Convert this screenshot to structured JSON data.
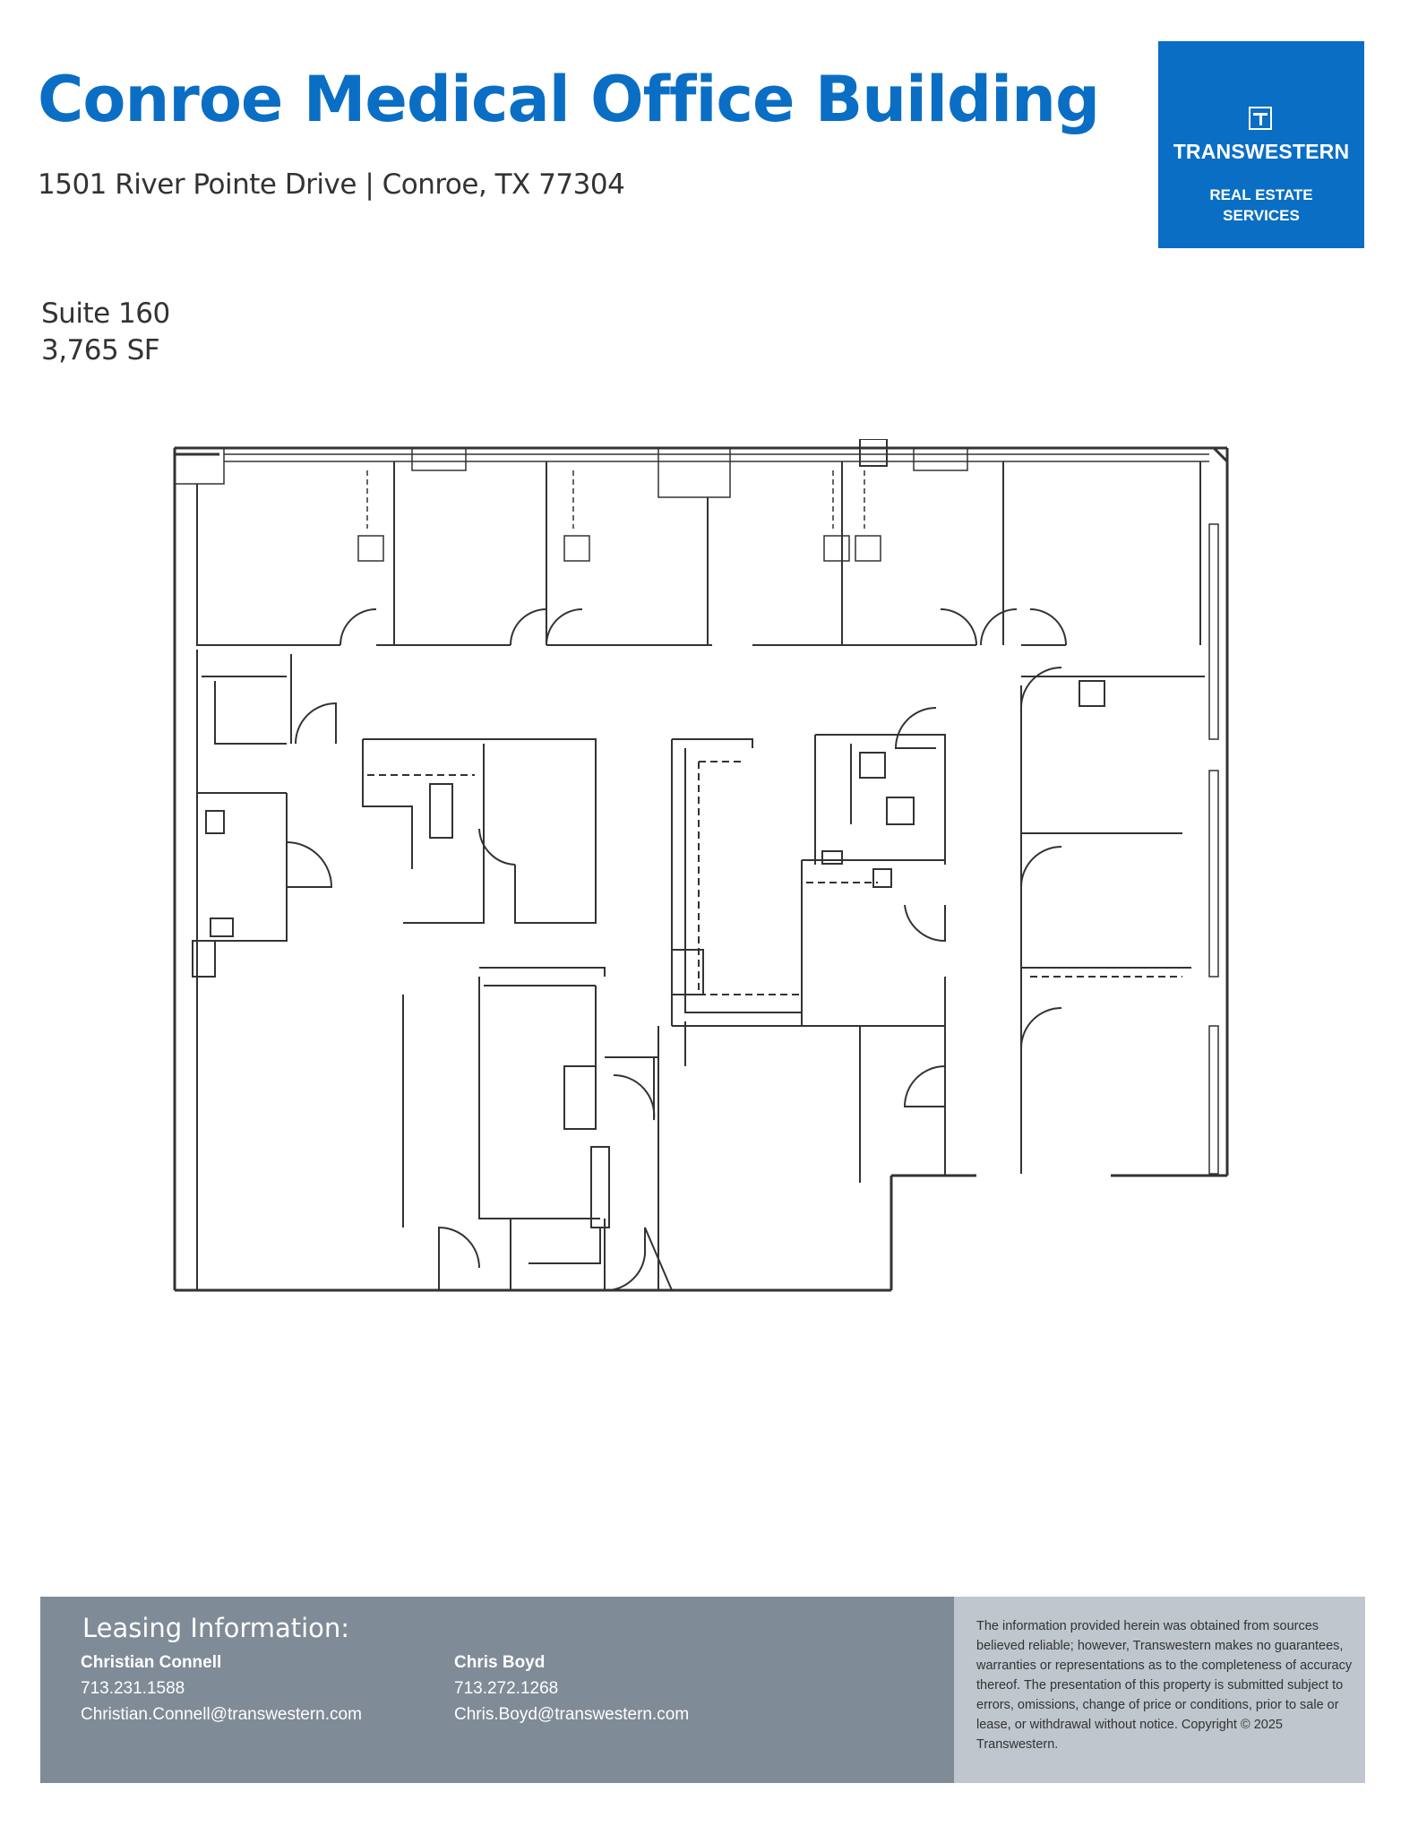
{
  "header": {
    "title": "Conroe Medical Office Building",
    "address": "1501 River Pointe Drive | Conroe, TX 77304"
  },
  "logo": {
    "icon": "transwestern-t-icon",
    "name": "TRANSWESTERN",
    "line1": "REAL ESTATE",
    "line2": "SERVICES",
    "color": "#0a6ec4"
  },
  "suite": {
    "number": "Suite 160",
    "area": "3,765 SF"
  },
  "leasing": {
    "heading": "Leasing Information:",
    "agents": [
      {
        "name": "Christian Connell",
        "phone": "713.231.1588",
        "email": "Christian.Connell@transwestern.com"
      },
      {
        "name": "Chris Boyd",
        "phone": "713.272.1268",
        "email": "Chris.Boyd@transwestern.com"
      }
    ]
  },
  "disclaimer": "The information provided herein was obtained from sources believed reliable; however, Transwestern makes no guarantees, warranties or representations as to the completeness of accuracy thereof. The presentation of this property is submitted subject to errors, omissions, change of price or conditions, prior to sale or lease, or withdrawal without notice. Copyright © 2025 Transwestern.",
  "colors": {
    "brand_blue": "#0a6ec4",
    "footer_dark": "#7f8b96",
    "footer_light": "#bfc6cd"
  }
}
